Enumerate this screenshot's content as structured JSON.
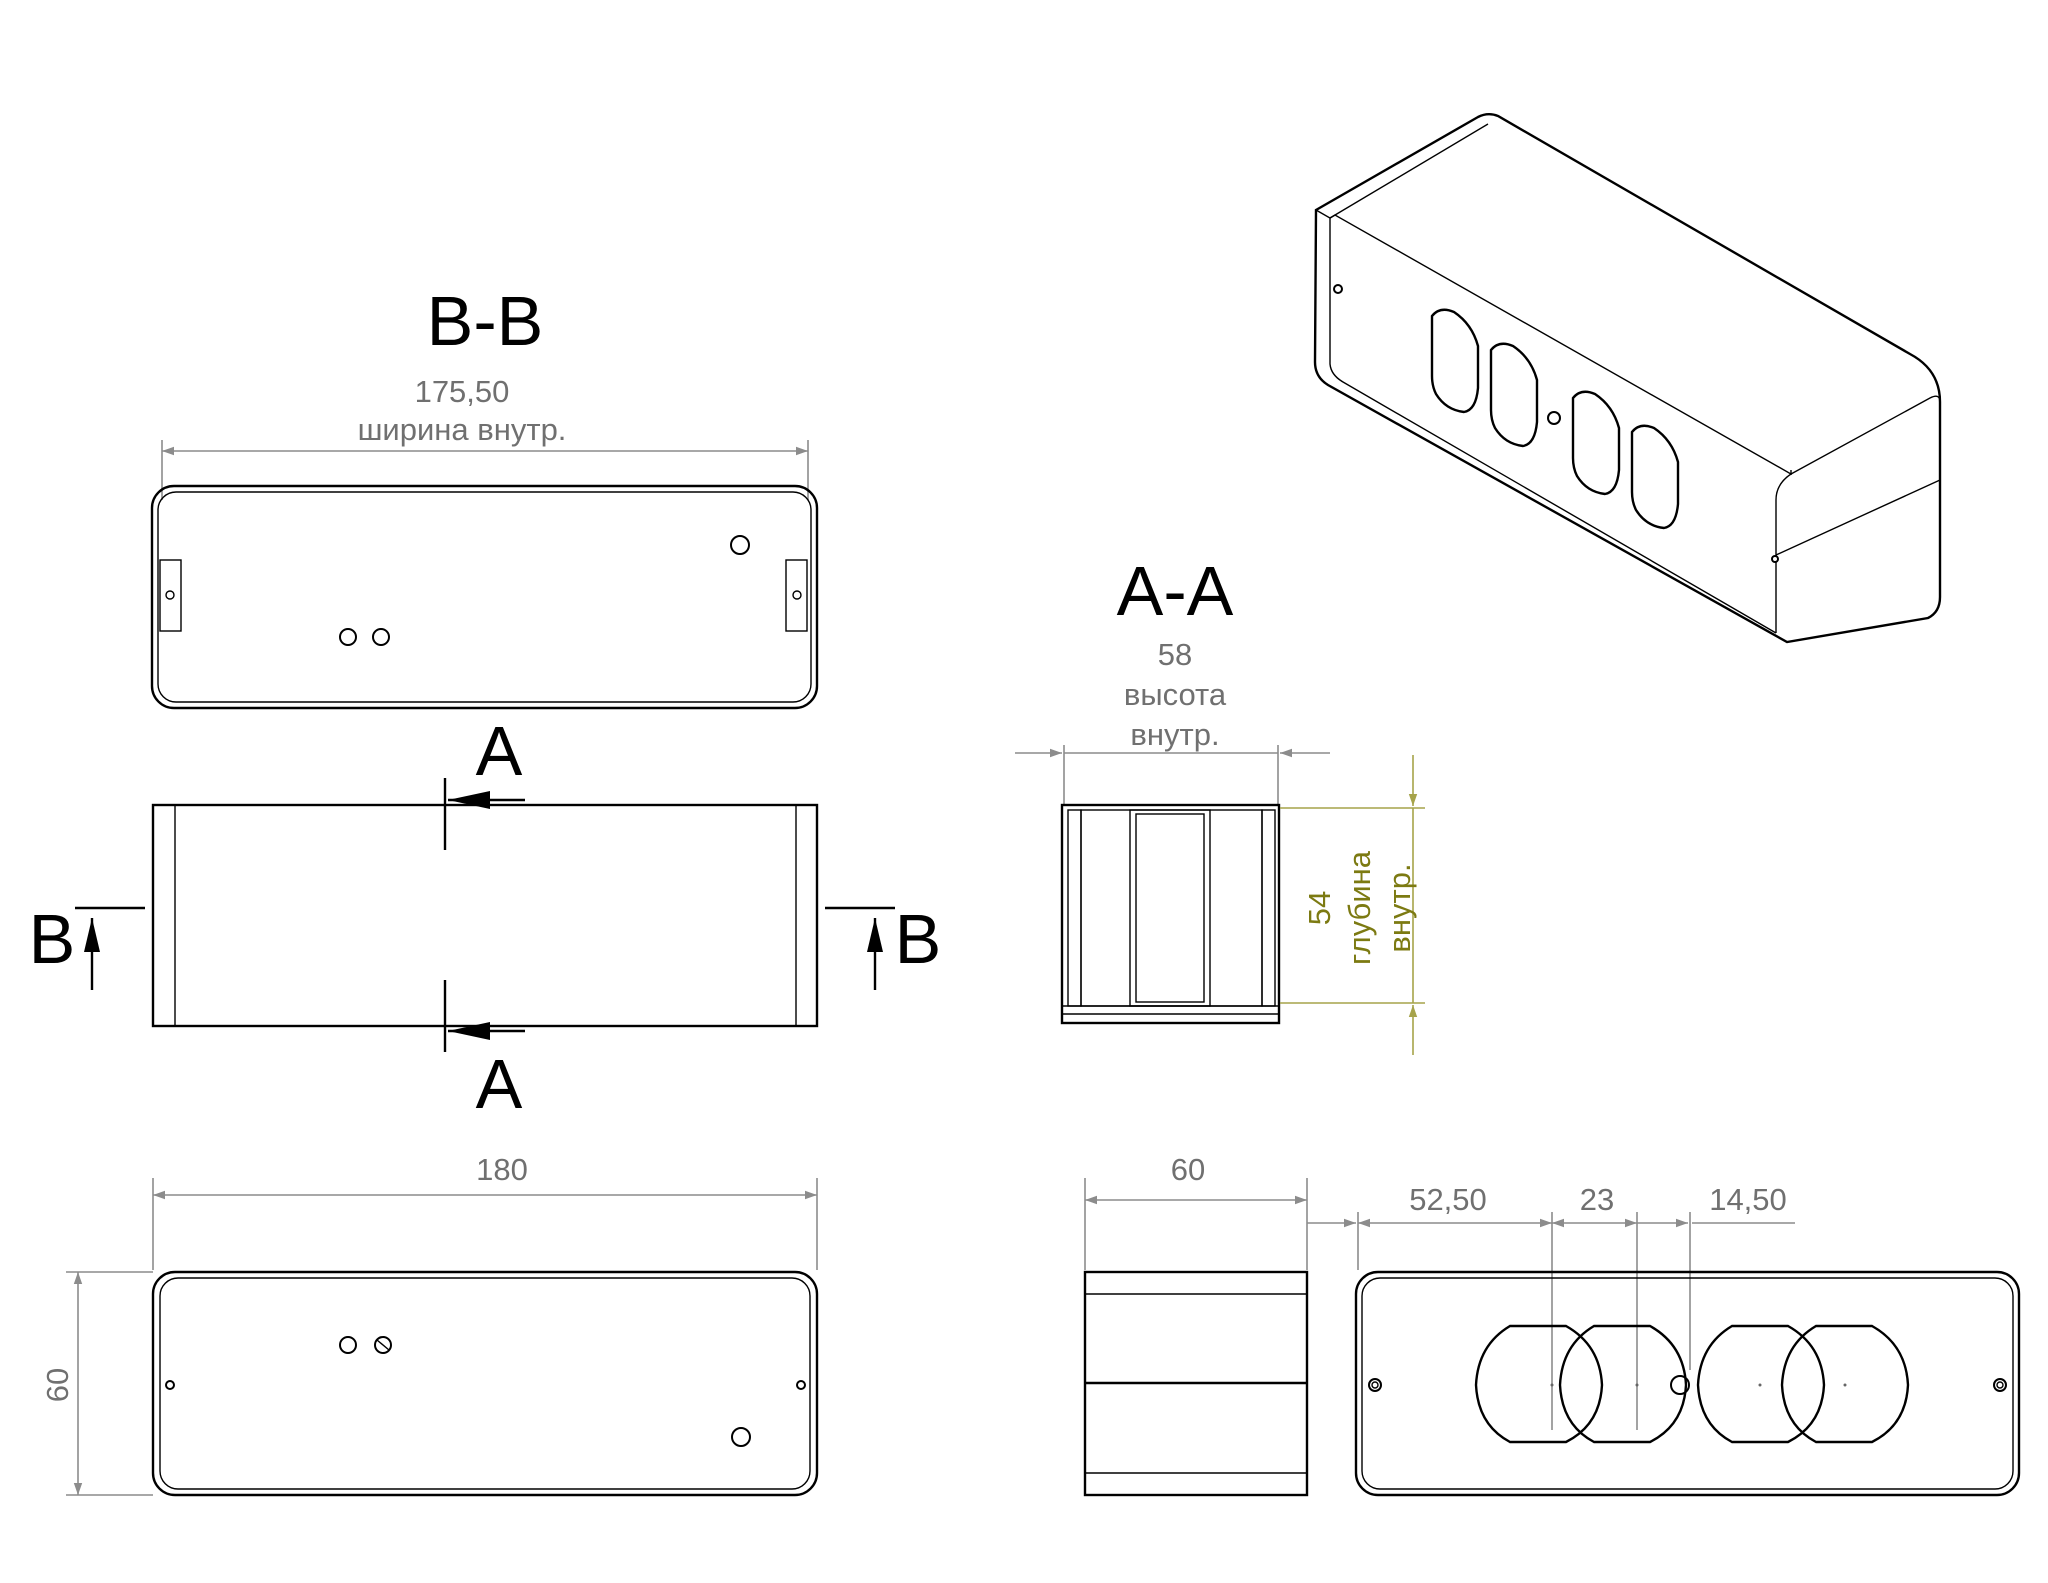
{
  "section_labels": {
    "bb_title": "B-B",
    "aa_title": "A-A",
    "cut_a_top": "A",
    "cut_a_bottom": "A",
    "cut_b_left": "B",
    "cut_b_right": "B"
  },
  "dimensions": {
    "bb_width_value": "175,50",
    "bb_width_note": "ширина внутр.",
    "aa_height_value": "58",
    "aa_height_note_1": "высота",
    "aa_height_note_2": "внутр.",
    "aa_depth_value": "54",
    "aa_depth_note_1": "глубина",
    "aa_depth_note_2": "внутр.",
    "front_width": "180",
    "front_height": "60",
    "side_width": "60",
    "offset_1": "52,50",
    "offset_2": "23",
    "offset_3": "14,50"
  },
  "colors": {
    "line": "#000000",
    "dimension": "#8c8c8c",
    "dimension_text": "#707070",
    "inner_depth_dimension": "#a6a34a",
    "inner_depth_text": "#7c7a12",
    "background": "#ffffff"
  }
}
